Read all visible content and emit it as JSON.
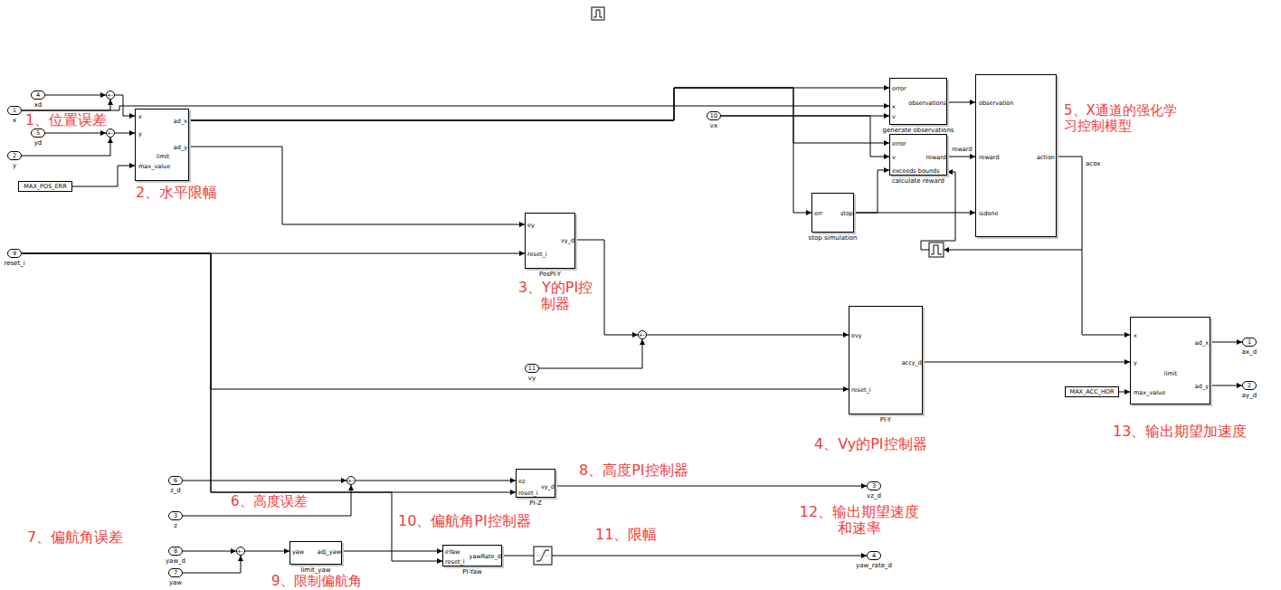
{
  "diagram": {
    "nodes": [
      {
        "text": [
          "4",
          "xd"
        ]
      },
      {
        "text": [
          "1",
          "x"
        ]
      },
      {
        "text": [
          "5",
          "yd"
        ]
      },
      {
        "text": [
          "2",
          "y"
        ]
      },
      {
        "text": [
          "+",
          "-"
        ]
      },
      {
        "text": [
          "+",
          "-"
        ]
      },
      {
        "text": [
          "x",
          "y",
          "max_value",
          "ad_x",
          "ad_y",
          "limit"
        ]
      },
      {
        "text": [
          "MAX_POS_ERR"
        ]
      },
      {
        "text": [
          "9",
          "reset_i"
        ]
      },
      {
        "text": [
          "error",
          "x",
          "v",
          "observations",
          "generate observations"
        ]
      },
      {
        "text": [
          "10",
          "vx"
        ]
      },
      {
        "text": [
          "error",
          "v",
          "exceeds bounds",
          "reward",
          "calculate reward"
        ]
      },
      {
        "text": [
          "err",
          "stop",
          "stop simulation"
        ]
      },
      {
        "text": [
          "observation",
          "reward",
          "isdone",
          "action"
        ]
      },
      {
        "text": [
          "ey",
          "reset_i",
          "vy_d",
          "PosPI-Y"
        ]
      },
      {
        "text": [
          "+",
          "-"
        ]
      },
      {
        "text": [
          "11",
          "vy"
        ]
      },
      {
        "text": [
          "evy",
          "reset_i",
          "accy_d",
          "PI-Y"
        ]
      },
      {
        "text": [
          "x",
          "y",
          "max_value",
          "ad_x",
          "ad_y",
          "limit"
        ]
      },
      {
        "text": [
          "MAX_ACC_HOR"
        ]
      },
      {
        "text": [
          "1",
          "ax_d"
        ]
      },
      {
        "text": [
          "2",
          "ay_d"
        ]
      },
      {
        "text": [
          "6",
          "z_d"
        ]
      },
      {
        "text": [
          "3",
          "z"
        ]
      },
      {
        "text": [
          "+",
          "-"
        ]
      },
      {
        "text": [
          "ez",
          "reset_i",
          "vy_d",
          "PI-Z"
        ]
      },
      {
        "text": [
          "3",
          "vz_d"
        ]
      },
      {
        "text": [
          "8",
          "yaw_d"
        ]
      },
      {
        "text": [
          "7",
          "yaw"
        ]
      },
      {
        "text": [
          "+",
          "-"
        ]
      },
      {
        "text": [
          "yaw",
          "adj_yaw",
          "limit_yaw"
        ]
      },
      {
        "text": [
          "eYaw",
          "reset_i",
          "yawRate_d",
          "PI-Yaw"
        ]
      },
      {
        "text": [
          "4",
          "yaw_rate_d"
        ]
      }
    ],
    "edges": [
      {
        "from": 0,
        "to": 4,
        "arrow": "to"
      },
      {
        "from": 1,
        "to": 4,
        "arrow": "to"
      },
      {
        "from": 2,
        "to": 5,
        "arrow": "to"
      },
      {
        "from": 3,
        "to": 5,
        "arrow": "to"
      },
      {
        "from": 4,
        "to": 6,
        "arrow": "to"
      },
      {
        "from": 5,
        "to": 6,
        "arrow": "to"
      },
      {
        "from": 7,
        "to": 6,
        "arrow": "to"
      },
      {
        "from": 6,
        "to": 9,
        "arrow": "to"
      },
      {
        "from": 1,
        "to": 9,
        "arrow": "to"
      },
      {
        "from": 10,
        "to": 9,
        "arrow": "to"
      },
      {
        "from": 6,
        "to": 11,
        "arrow": "to"
      },
      {
        "from": 10,
        "to": 11,
        "arrow": "to"
      },
      {
        "from": 12,
        "to": 11,
        "arrow": "to"
      },
      {
        "from": 6,
        "to": 12,
        "arrow": "to"
      },
      {
        "from": 9,
        "to": 13,
        "arrow": "to"
      },
      {
        "from": 11,
        "to": 13,
        "arrow": "to"
      },
      {
        "from": 12,
        "to": 13,
        "arrow": "to"
      },
      {
        "from": 6,
        "to": 14,
        "arrow": "to"
      },
      {
        "from": 8,
        "to": 14,
        "arrow": "to"
      },
      {
        "from": 14,
        "to": 15,
        "arrow": "to"
      },
      {
        "from": 16,
        "to": 15,
        "arrow": "to"
      },
      {
        "from": 15,
        "to": 17,
        "arrow": "to"
      },
      {
        "from": 8,
        "to": 17,
        "arrow": "to"
      },
      {
        "from": 13,
        "to": 18,
        "arrow": "to"
      },
      {
        "from": 17,
        "to": 18,
        "arrow": "to"
      },
      {
        "from": 19,
        "to": 18,
        "arrow": "to"
      },
      {
        "from": 18,
        "to": 20,
        "arrow": "to"
      },
      {
        "from": 18,
        "to": 21,
        "arrow": "to"
      },
      {
        "from": 22,
        "to": 24,
        "arrow": "to"
      },
      {
        "from": 23,
        "to": 24,
        "arrow": "to"
      },
      {
        "from": 24,
        "to": 25,
        "arrow": "to"
      },
      {
        "from": 8,
        "to": 25,
        "arrow": "to"
      },
      {
        "from": 25,
        "to": 26,
        "arrow": "to"
      },
      {
        "from": 27,
        "to": 29,
        "arrow": "to"
      },
      {
        "from": 28,
        "to": 29,
        "arrow": "to"
      },
      {
        "from": 29,
        "to": 30,
        "arrow": "to"
      },
      {
        "from": 30,
        "to": 31,
        "arrow": "to"
      },
      {
        "from": 8,
        "to": 31,
        "arrow": "to"
      },
      {
        "from": 31,
        "to": 32,
        "arrow": "to"
      }
    ],
    "labels": [
      "1、位置误差",
      "2、水平限幅",
      "acox",
      "reward",
      "5、X通道的强化学习控制模型",
      "3、Y的PI控制器",
      "4、Vy的PI控制器",
      "13、输出期望加速度",
      "6、高度误差",
      "8、高度PI控制器",
      "7、偏航角误差",
      "10、偏航角PI控制器",
      "11、限幅",
      "12、输出期望速度和速率",
      "9、限制偏航角"
    ]
  }
}
